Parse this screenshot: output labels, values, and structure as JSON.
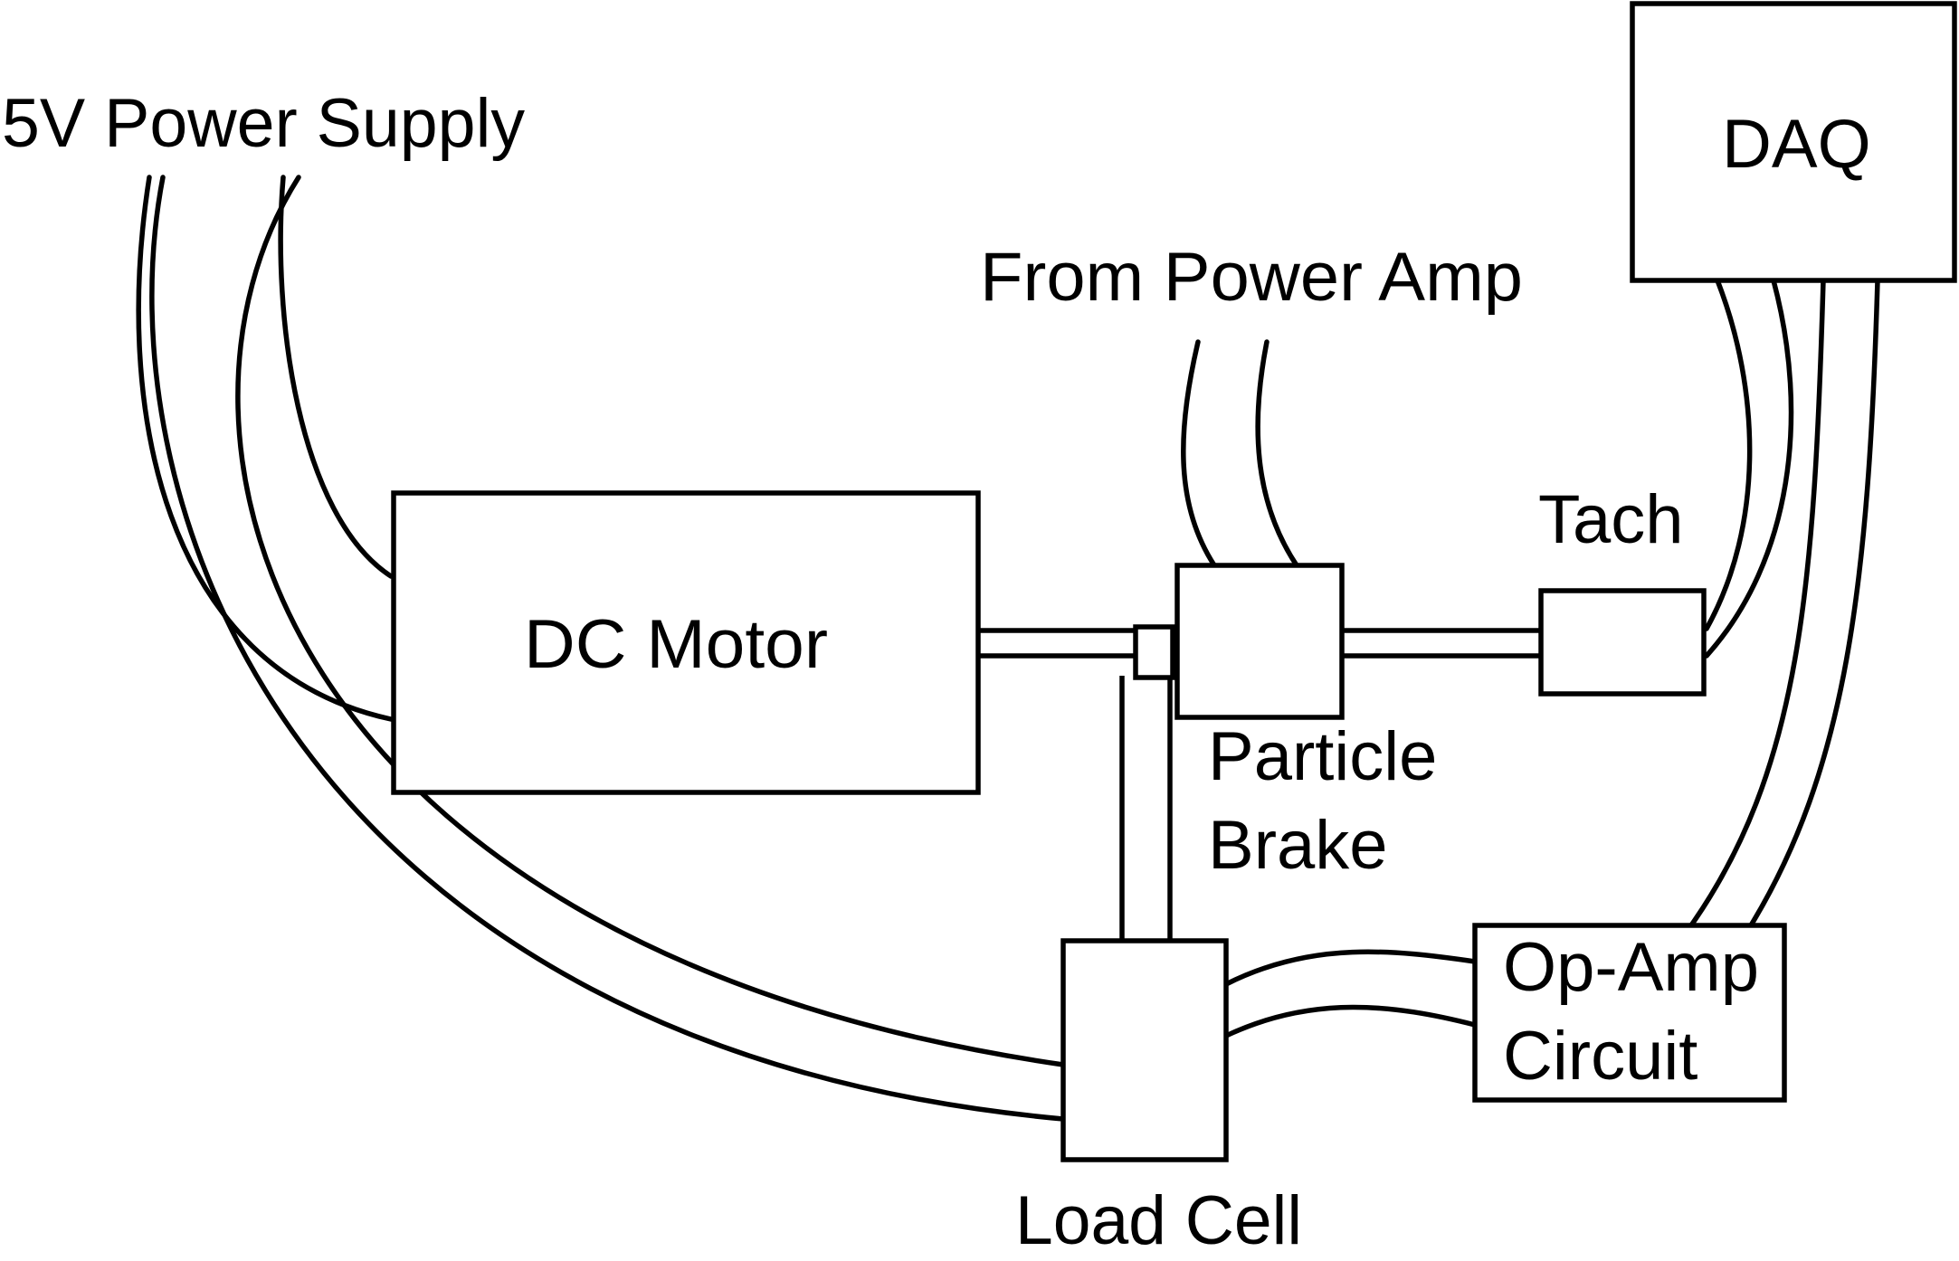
{
  "labels": {
    "power_supply": "5V Power Supply",
    "daq": "DAQ",
    "from_power_amp": "From Power Amp",
    "tach": "Tach",
    "dc_motor": "DC Motor",
    "particle_brake_line1": "Particle",
    "particle_brake_line2": "Brake",
    "opamp_line1": "Op-Amp",
    "opamp_line2": "Circuit",
    "load_cell": "Load Cell"
  },
  "colors": {
    "line": "#000000",
    "background": "#ffffff"
  }
}
